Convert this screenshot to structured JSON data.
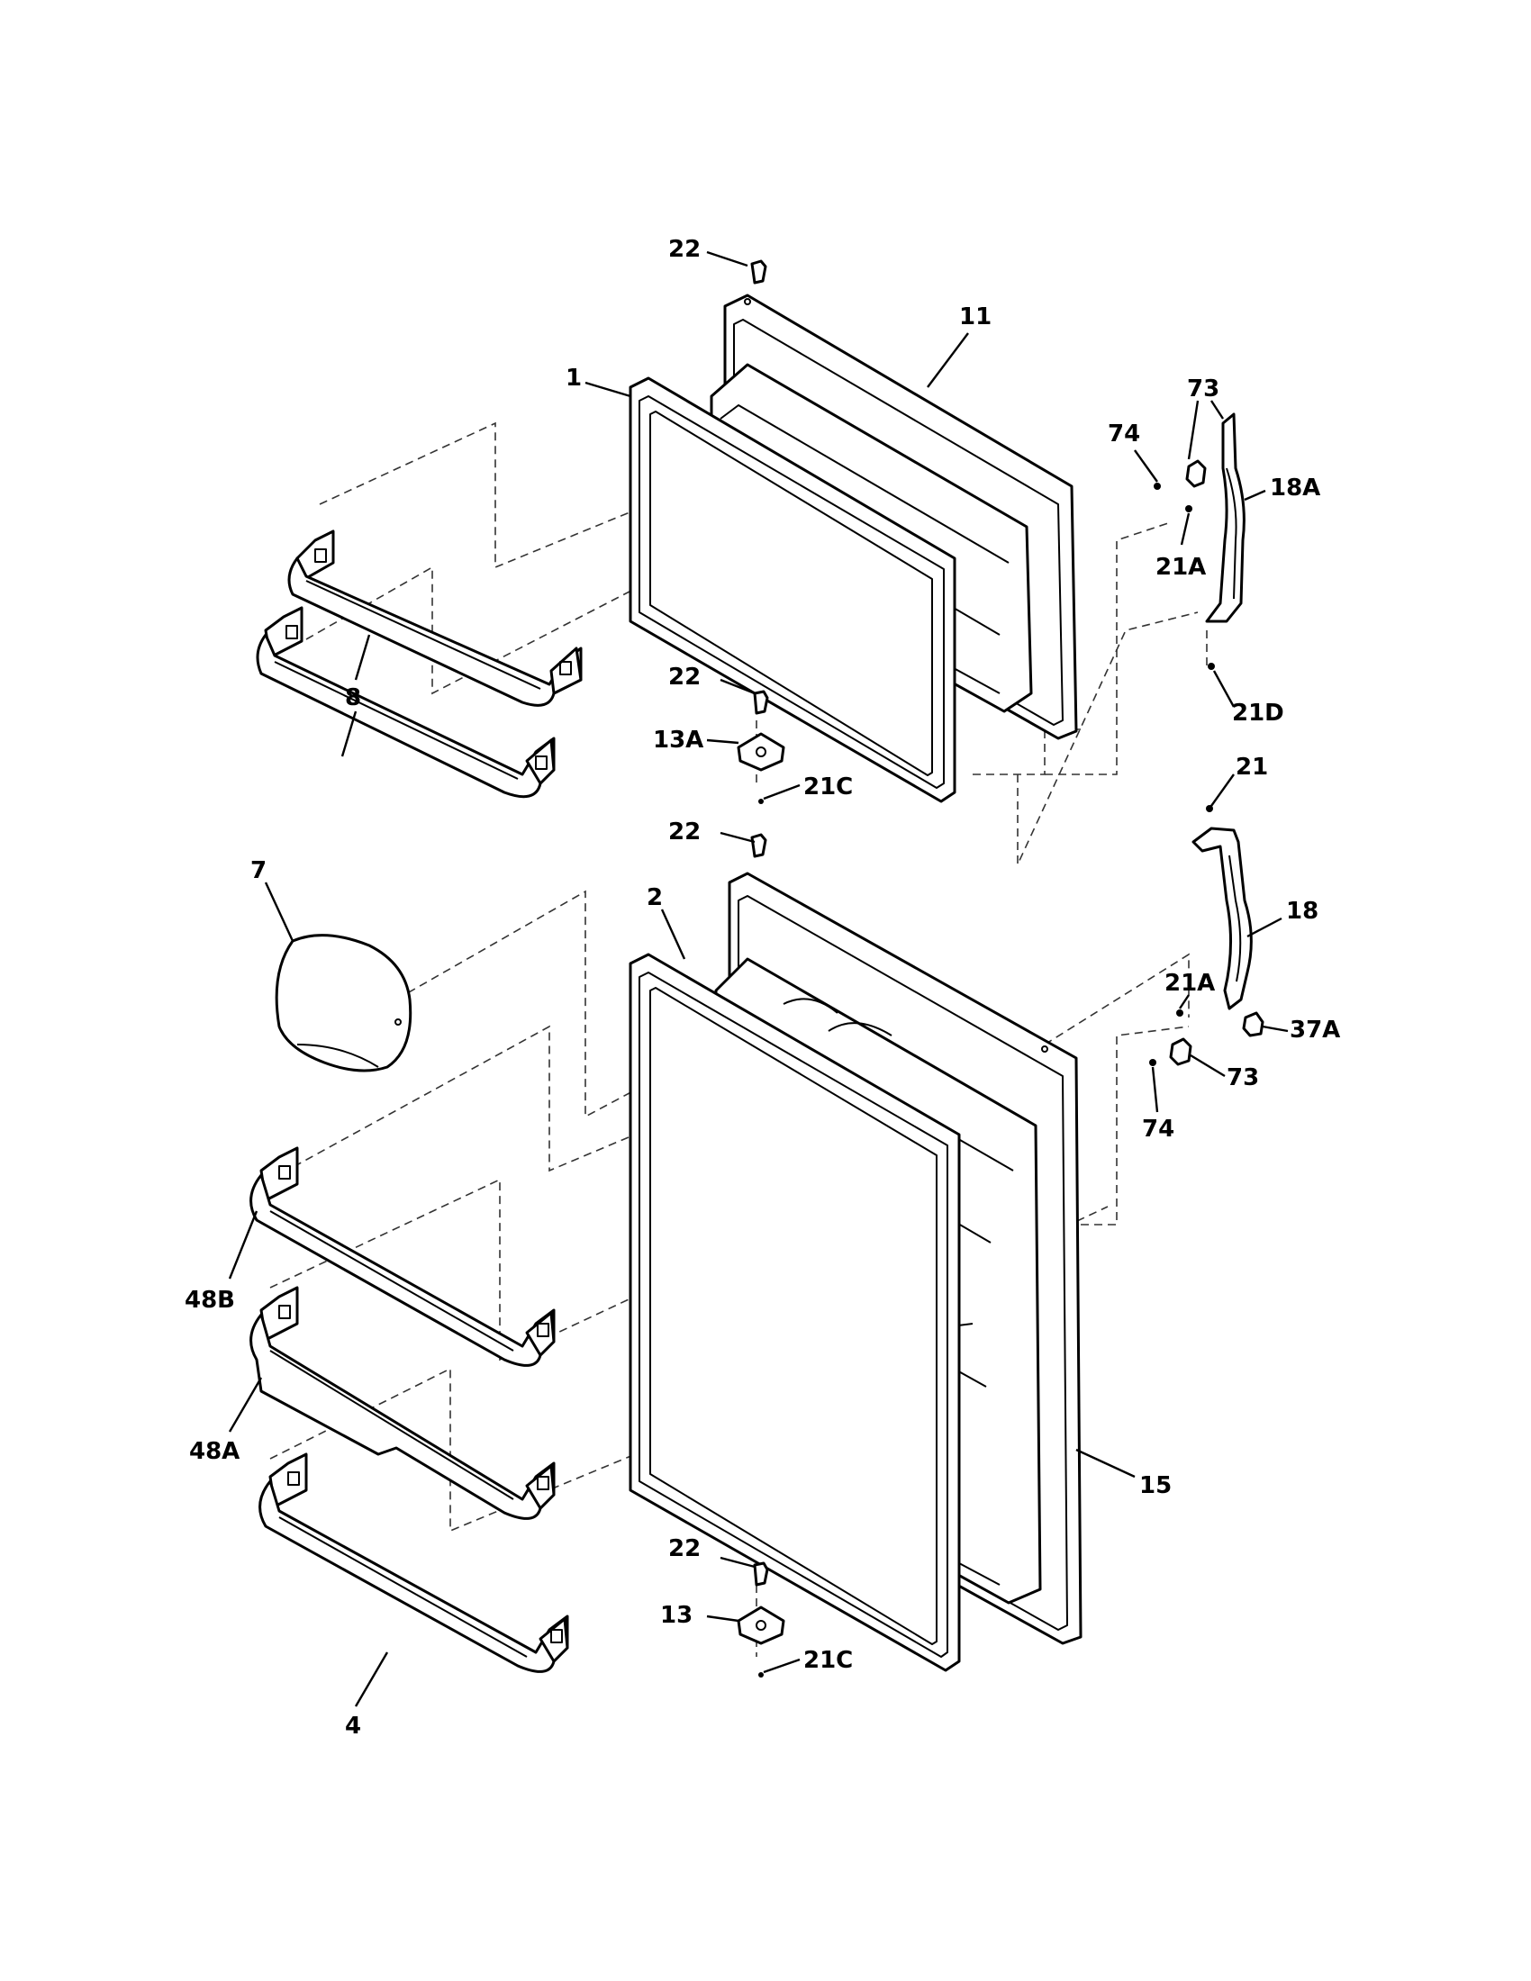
{
  "diagram": {
    "colors": {
      "line": "#000000",
      "background": "#ffffff",
      "dash": "#333333"
    },
    "labels": {
      "l22_top": "22",
      "l11": "11",
      "l1": "1",
      "l73_top": "73",
      "l74_top": "74",
      "l18A": "18A",
      "l21A_top": "21A",
      "l8": "8",
      "l22_upper_hinge": "22",
      "l21D": "21D",
      "l13A": "13A",
      "l21C_top": "21C",
      "l22_mid": "22",
      "l21": "21",
      "l7": "7",
      "l2": "2",
      "l18": "18",
      "l21A_bottom": "21A",
      "l37A": "37A",
      "l73_bottom": "73",
      "l74_bottom": "74",
      "l48B": "48B",
      "l48A": "48A",
      "l15": "15",
      "l22_bottom": "22",
      "l13": "13",
      "l21C_bottom": "21C",
      "l4": "4"
    }
  }
}
